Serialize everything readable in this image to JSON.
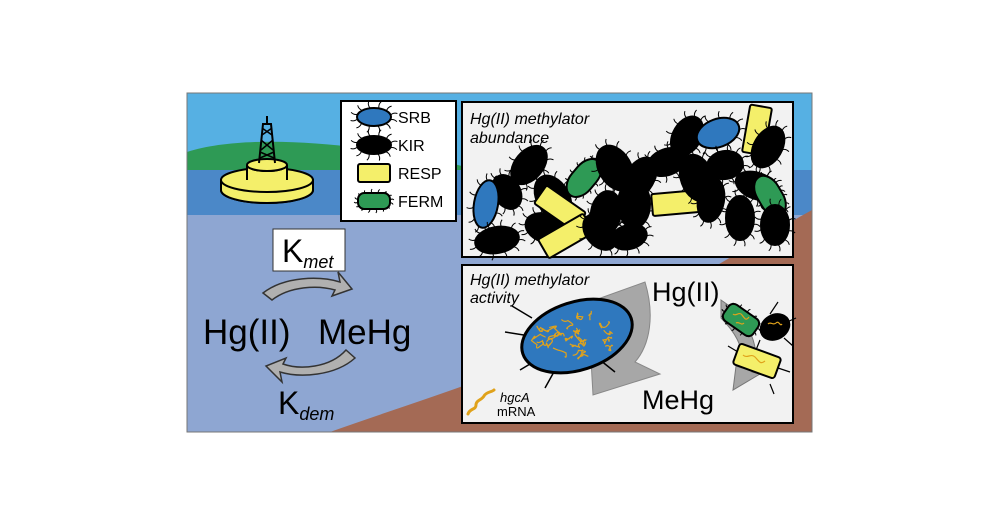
{
  "cycle": {
    "k_met": {
      "base": "K",
      "subscript": "met"
    },
    "k_dem": {
      "base": "K",
      "subscript": "dem"
    },
    "hg_ii": "Hg(II)",
    "mehg": "MeHg"
  },
  "legend": {
    "items": [
      {
        "label": "SRB",
        "color": "#2f78be"
      },
      {
        "label": "KIR",
        "color": "#000000"
      },
      {
        "label": "RESP",
        "color": "#f4ef6a"
      },
      {
        "label": "FERM",
        "color": "#2e9a55"
      }
    ]
  },
  "abundance_panel": {
    "title_line1": "Hg(II) methylator",
    "title_line2": "abundance"
  },
  "activity_panel": {
    "title_line1": "Hg(II) methylator",
    "title_line2": "activity",
    "hg_ii": "Hg(II)",
    "mehg": "MeHg",
    "mrna_gene": "hgcA",
    "mrna_word": "mRNA"
  },
  "colors": {
    "sky": "#56b0e3",
    "water": "#8ea6d2",
    "hill": "#2e9a55",
    "sediment": "#a46a55",
    "panel": "#f2f2f2",
    "buoy": "#f4ef6a",
    "mrna": "#e0a21b"
  }
}
